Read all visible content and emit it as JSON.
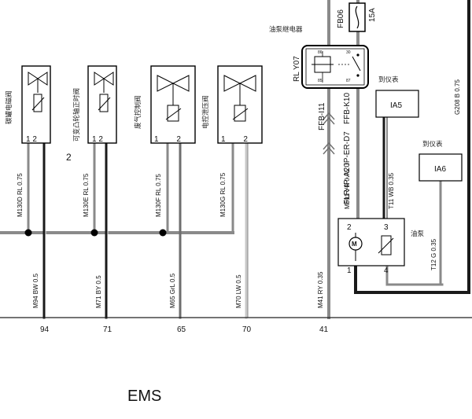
{
  "title": "EMS",
  "fuse": {
    "id": "FB06",
    "rating": "15A"
  },
  "relay": {
    "label": "油泵继电器",
    "id": "RL Y07",
    "pins": [
      "86",
      "30",
      "85",
      "87"
    ]
  },
  "right_connectors": [
    "FFB-I11",
    "FFB-K10",
    "IP-ER-D7",
    "FLR-IP-A20"
  ],
  "ground_wire": "G208 B 0.75",
  "gauges": [
    {
      "heading": "到仪表",
      "id": "IA5"
    },
    {
      "heading": "到仪表",
      "id": "IA6"
    }
  ],
  "pump": {
    "label": "油泵",
    "pins": [
      "2",
      "3",
      "1",
      "4"
    ],
    "wires": [
      "M691 YR 0.75",
      "T11 WB 0.35",
      "T12 G 0.35"
    ]
  },
  "valves": [
    {
      "name": "碳罐电磁阀",
      "harness": "M130D RL 0.75",
      "pin_labels": "1 2",
      "bottom_wire": "M94 BW 0.5",
      "ecu_pin": "94"
    },
    {
      "name": "可变凸轮轴正时阀",
      "harness": "M130E RL 0.75",
      "pin_labels": "1 2",
      "bottom_wire": "M71 BY 0.5",
      "ecu_pin": "71"
    },
    {
      "name": "废气控制阀",
      "harness": "M130F RL 0.75",
      "pin_labels": "1 2",
      "bottom_wire": "M65 GrL 0.5",
      "ecu_pin": "65"
    },
    {
      "name": "电控泄压阀",
      "harness": "M130G RL 0.75",
      "pin_labels": "1 2",
      "bottom_wire": "M70 LW 0.5",
      "ecu_pin": "70"
    }
  ],
  "pump_relay_wire": {
    "label": "M41 RY 0.35",
    "ecu_pin": "41"
  },
  "marker": "2",
  "colors": {
    "wire_grey": "#8a8a8a",
    "wire_dark": "#1a1a1a",
    "wire_light": "#bdbdbd",
    "frame": "#000000"
  }
}
